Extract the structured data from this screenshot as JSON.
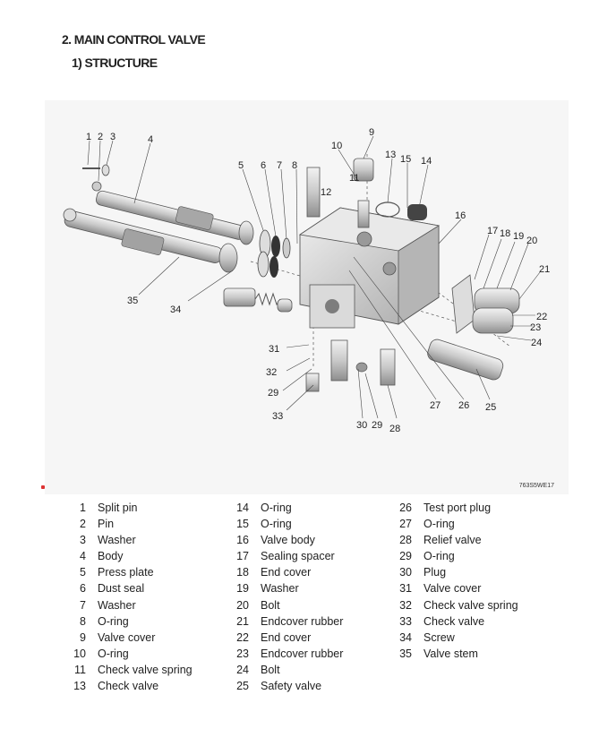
{
  "header": {
    "title": "2. MAIN CONTROL VALVE",
    "subtitle": "1) STRUCTURE"
  },
  "figure": {
    "code": "763S5WE17",
    "callouts": [
      {
        "n": "1"
      },
      {
        "n": "2"
      },
      {
        "n": "3"
      },
      {
        "n": "4"
      },
      {
        "n": "5"
      },
      {
        "n": "6"
      },
      {
        "n": "7"
      },
      {
        "n": "8"
      },
      {
        "n": "9"
      },
      {
        "n": "10"
      },
      {
        "n": "11"
      },
      {
        "n": "12"
      },
      {
        "n": "13"
      },
      {
        "n": "15"
      },
      {
        "n": "14"
      },
      {
        "n": "16"
      },
      {
        "n": "17"
      },
      {
        "n": "18"
      },
      {
        "n": "19"
      },
      {
        "n": "20"
      },
      {
        "n": "21"
      },
      {
        "n": "22"
      },
      {
        "n": "23"
      },
      {
        "n": "24"
      },
      {
        "n": "25"
      },
      {
        "n": "26"
      },
      {
        "n": "27"
      },
      {
        "n": "28"
      },
      {
        "n": "29"
      },
      {
        "n": "30"
      },
      {
        "n": "31"
      },
      {
        "n": "32"
      },
      {
        "n": "29"
      },
      {
        "n": "33"
      },
      {
        "n": "34"
      },
      {
        "n": "35"
      }
    ]
  },
  "parts": [
    [
      {
        "n": "1",
        "name": "Split pin"
      },
      {
        "n": "2",
        "name": "Pin"
      },
      {
        "n": "3",
        "name": "Washer"
      },
      {
        "n": "4",
        "name": "Body"
      },
      {
        "n": "5",
        "name": "Press plate"
      },
      {
        "n": "6",
        "name": "Dust seal"
      },
      {
        "n": "7",
        "name": "Washer"
      },
      {
        "n": "8",
        "name": "O-ring"
      },
      {
        "n": "9",
        "name": "Valve cover"
      },
      {
        "n": "10",
        "name": "O-ring"
      },
      {
        "n": "11",
        "name": "Check valve spring"
      },
      {
        "n": "13",
        "name": "Check valve"
      }
    ],
    [
      {
        "n": "14",
        "name": "O-ring"
      },
      {
        "n": "15",
        "name": "O-ring"
      },
      {
        "n": "16",
        "name": "Valve body"
      },
      {
        "n": "17",
        "name": "Sealing spacer"
      },
      {
        "n": "18",
        "name": "End cover"
      },
      {
        "n": "19",
        "name": "Washer"
      },
      {
        "n": "20",
        "name": "Bolt"
      },
      {
        "n": "21",
        "name": "Endcover rubber"
      },
      {
        "n": "22",
        "name": "End cover"
      },
      {
        "n": "23",
        "name": "Endcover rubber"
      },
      {
        "n": "24",
        "name": "Bolt"
      },
      {
        "n": "25",
        "name": "Safety valve"
      }
    ],
    [
      {
        "n": "26",
        "name": "Test port plug"
      },
      {
        "n": "27",
        "name": "O-ring"
      },
      {
        "n": "28",
        "name": "Relief valve"
      },
      {
        "n": "29",
        "name": "O-ring"
      },
      {
        "n": "30",
        "name": "Plug"
      },
      {
        "n": "31",
        "name": "Valve cover"
      },
      {
        "n": "32",
        "name": "Check valve spring"
      },
      {
        "n": "33",
        "name": "Check valve"
      },
      {
        "n": "34",
        "name": "Screw"
      },
      {
        "n": "35",
        "name": "Valve stem"
      }
    ]
  ]
}
